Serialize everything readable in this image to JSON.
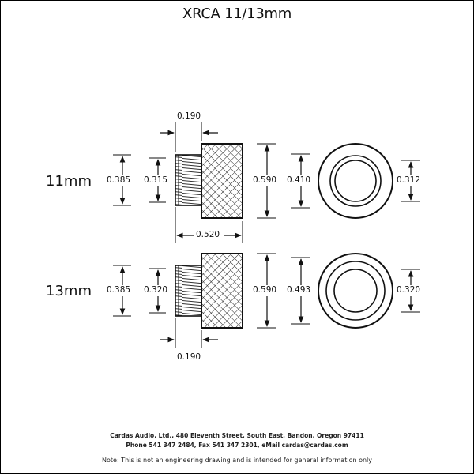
{
  "title": "XRCA 11/13mm",
  "rows": [
    {
      "label": "11mm",
      "dims": {
        "thread_height": "0.385",
        "thread_inner": "0.315",
        "body_height": "0.590",
        "bore_diameter": "0.410",
        "ring_inner": "0.312"
      }
    },
    {
      "label": "13mm",
      "dims": {
        "thread_height": "0.385",
        "thread_inner": "0.320",
        "body_height": "0.590",
        "bore_diameter": "0.493",
        "ring_inner": "0.320"
      }
    }
  ],
  "thread_length_top": "0.190",
  "overall_length": "0.520",
  "thread_length_bottom": "0.190",
  "footer": {
    "address": "Cardas Audio, Ltd., 480 Eleventh Street, South East, Bandon, Oregon 97411",
    "contact": "Phone 541 347 2484, Fax 541 347 2301, eMail cardas@cardas.com"
  },
  "note": "Note:  This is not an engineering drawing and is intended for general information only"
}
